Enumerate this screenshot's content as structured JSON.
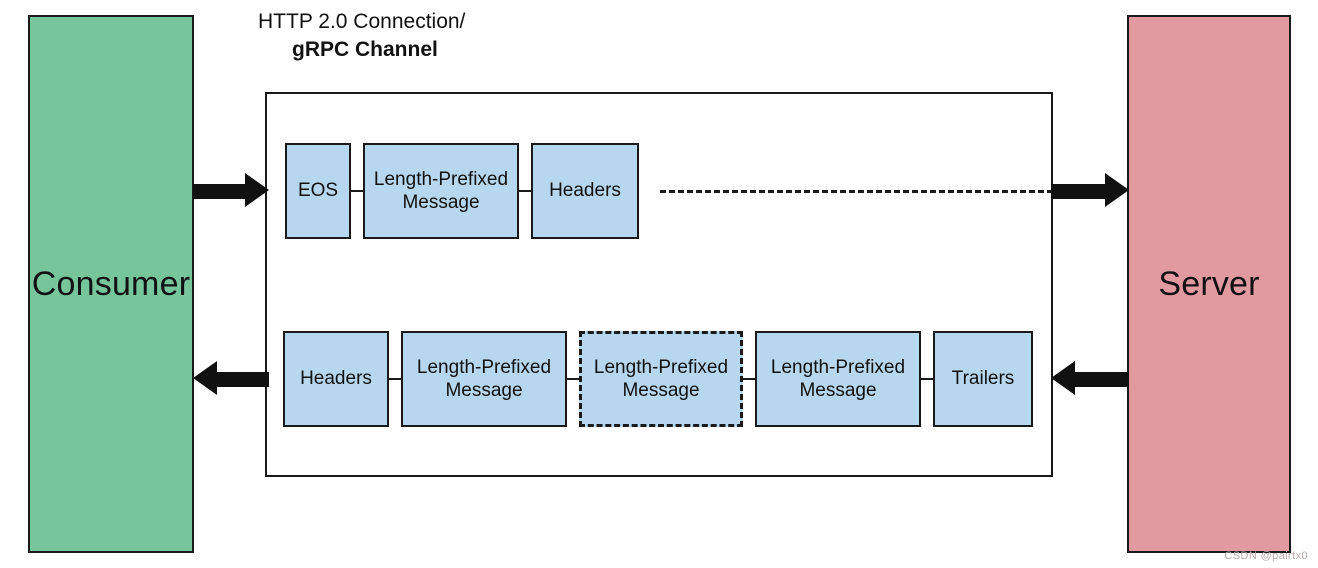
{
  "diagram": {
    "title_line1": "HTTP 2.0 Connection/",
    "title_line2": "gRPC Channel",
    "endpoints": {
      "left": {
        "label": "Consumer",
        "color": "#77c69b"
      },
      "right": {
        "label": "Server",
        "color": "#e29aa1"
      }
    },
    "frame_color": "#b6d7ee",
    "stroke_color": "#1a1a1a",
    "request_row": {
      "direction": "consumer-to-server",
      "frames": [
        {
          "label": "EOS",
          "style": "solid",
          "width": 66
        },
        {
          "label": "Length-Prefixed\nMessage",
          "style": "solid",
          "width": 156
        },
        {
          "label": "Headers",
          "style": "solid",
          "width": 108
        }
      ],
      "continuation": "dashed-line"
    },
    "response_row": {
      "direction": "server-to-consumer",
      "frames": [
        {
          "label": "Headers",
          "style": "solid",
          "width": 106
        },
        {
          "label": "Length-Prefixed\nMessage",
          "style": "solid",
          "width": 166
        },
        {
          "label": "Length-Prefixed\nMessage",
          "style": "dashed",
          "width": 164
        },
        {
          "label": "Length-Prefixed\nMessage",
          "style": "solid",
          "width": 166
        },
        {
          "label": "Trailers",
          "style": "solid",
          "width": 100
        }
      ]
    },
    "arrows": [
      {
        "name": "consumer-out",
        "direction": "right"
      },
      {
        "name": "server-in",
        "direction": "right"
      },
      {
        "name": "server-out",
        "direction": "left"
      },
      {
        "name": "consumer-in",
        "direction": "left"
      }
    ],
    "watermark": "CSDN @pairtx0"
  }
}
